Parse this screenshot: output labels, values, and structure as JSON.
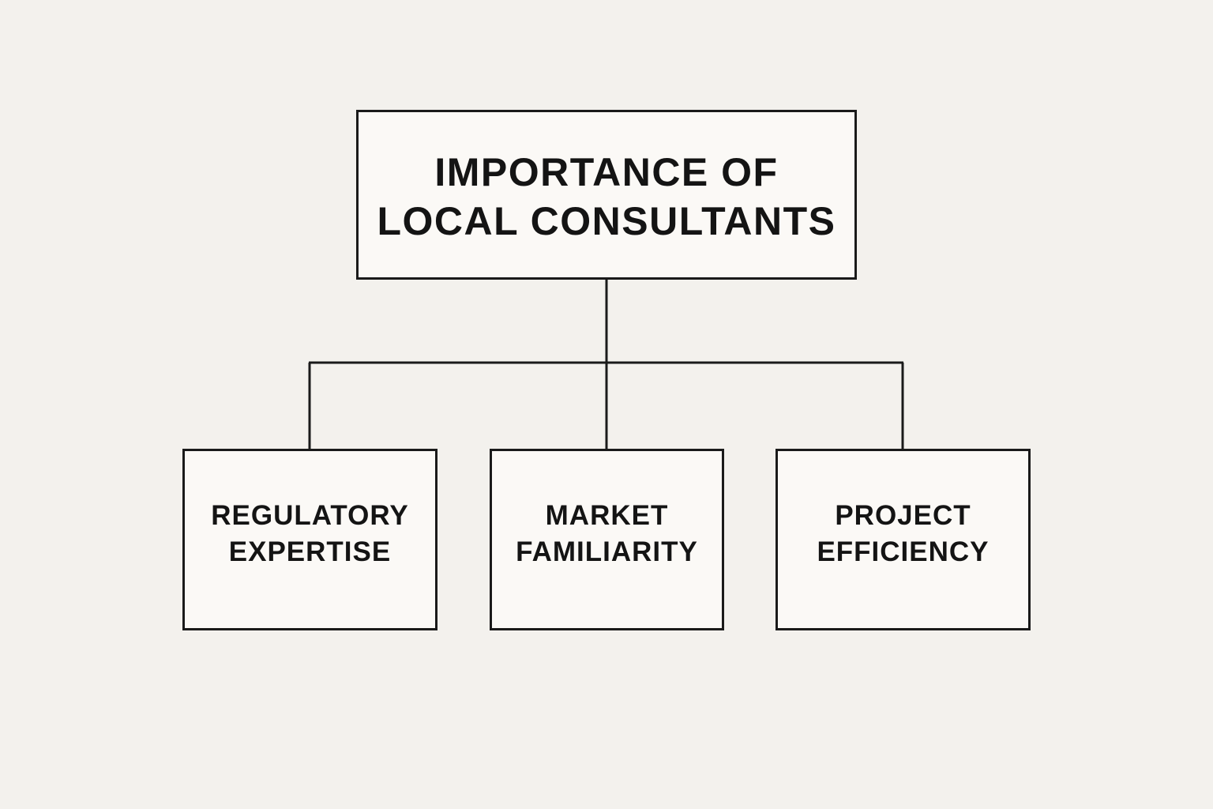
{
  "diagram": {
    "root": {
      "lines": [
        "IMPORTANCE OF",
        "LOCAL CONSULTANTS"
      ]
    },
    "children": [
      {
        "lines": [
          "REGULATORY",
          "EXPERTISE"
        ]
      },
      {
        "lines": [
          "MARKET",
          "FAMILIARITY"
        ]
      },
      {
        "lines": [
          "PROJECT",
          "EFFICIENCY"
        ]
      }
    ],
    "colors": {
      "background": "#f3f1ed",
      "box_fill": "#fbf9f6",
      "stroke": "#1a1a1a",
      "text": "#141414"
    }
  }
}
